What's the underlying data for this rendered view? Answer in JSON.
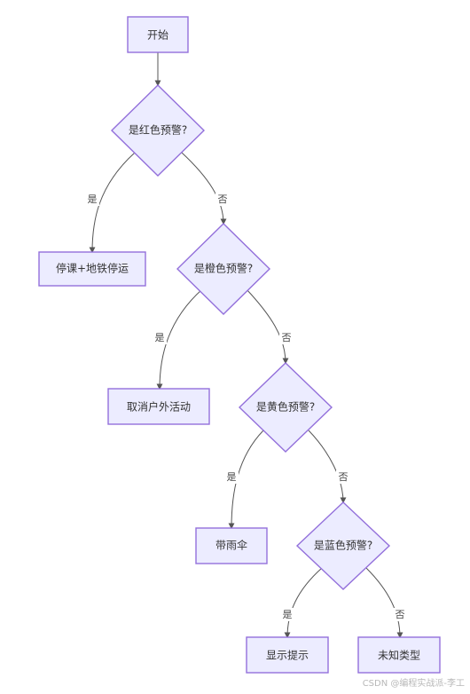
{
  "nodes": {
    "start": "开始",
    "red": "是红色预警?",
    "stop_class": "停课+地铁停运",
    "orange": "是橙色预警?",
    "cancel_outdoor": "取消户外活动",
    "yellow": "是黄色预警?",
    "umbrella": "带雨伞",
    "blue": "是蓝色预警?",
    "show_tip": "显示提示",
    "unknown": "未知类型"
  },
  "edges": {
    "red_yes": "是",
    "red_no": "否",
    "orange_yes": "是",
    "orange_no": "否",
    "yellow_yes": "是",
    "yellow_no": "否",
    "blue_yes": "是",
    "blue_no": "否"
  },
  "colors": {
    "node_fill": "#ECECFF",
    "node_stroke": "#9370DB",
    "edge": "#555555"
  },
  "watermark": "CSDN @编程实战派-李工"
}
